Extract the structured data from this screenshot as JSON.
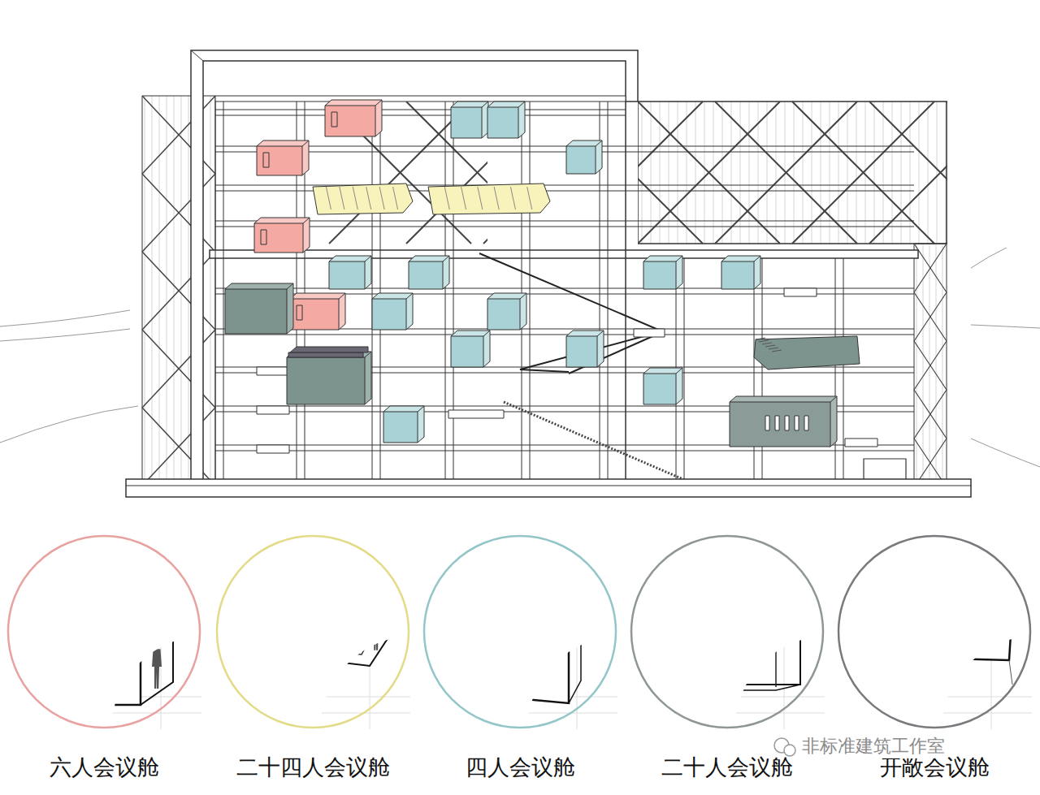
{
  "diagram": {
    "nodes": [
      {
        "text": [
          "六人会议舱"
        ]
      },
      {
        "text": [
          "二十四人会议舱"
        ]
      },
      {
        "text": [
          "四人会议舱"
        ]
      },
      {
        "text": [
          "二十人会议舱"
        ]
      },
      {
        "text": [
          "开敞会议舱"
        ]
      }
    ],
    "labels": [
      "非标准建筑工作室"
    ]
  }
}
